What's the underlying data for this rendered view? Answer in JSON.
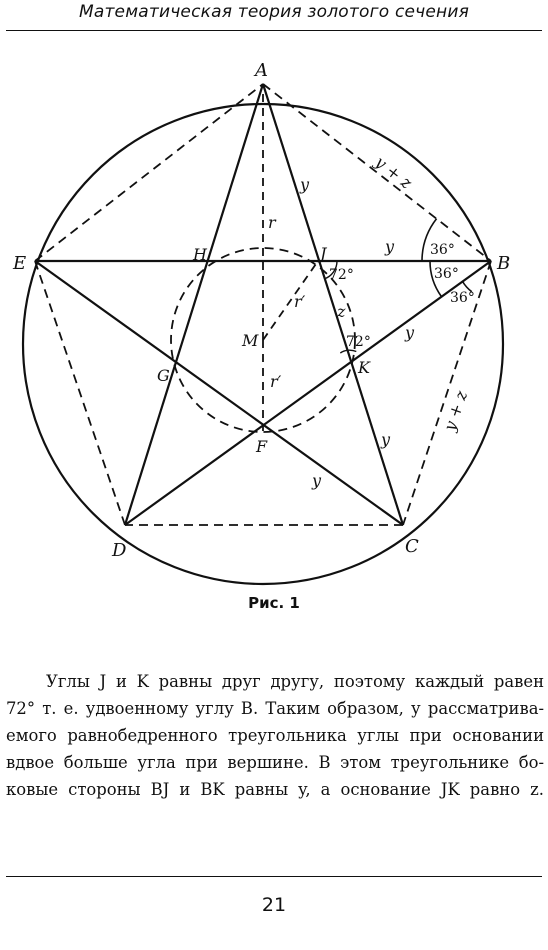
{
  "header": {
    "running_title": "Математическая теория золотого сечения"
  },
  "figure": {
    "caption": "Рис. 1",
    "points": {
      "A": "A",
      "B": "B",
      "C": "C",
      "D": "D",
      "E": "E",
      "F": "F",
      "G": "G",
      "H": "H",
      "J": "J",
      "K": "K",
      "M": "M"
    },
    "segment_labels": {
      "AJ": "y",
      "JB": "y",
      "BK": "y",
      "KC": "y",
      "FC": "y",
      "AB": "y + z",
      "BC": "y + z",
      "JK": "z",
      "MA": "r",
      "MJ": "r′",
      "MF": "r′"
    },
    "angle_labels": {
      "B1": "36°",
      "B2": "36°",
      "B3": "36°",
      "J": "72°",
      "K": "72°"
    }
  },
  "body": {
    "lines": [
      "Углы J и K равны друг другу, поэтому каждый равен",
      "72° т. е. удвоенному углу B. Таким образом, у рассматрива-",
      "емого равнобедренного треугольника углы при основании",
      "вдвое больше угла при вершине. В этом треугольнике бо-",
      "ковые стороны BJ и BK равны y, а основание JK равно z."
    ]
  },
  "footer": {
    "page_number": "21"
  }
}
